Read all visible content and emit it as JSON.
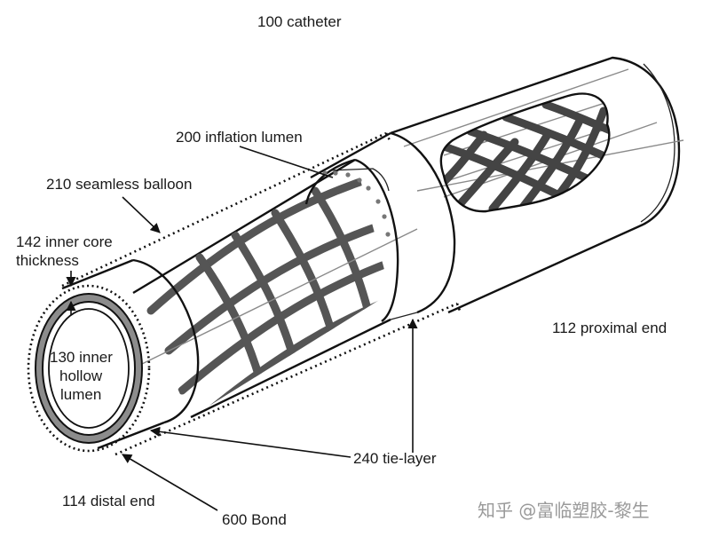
{
  "labels": {
    "catheter": "100 catheter",
    "inflation_lumen": "200 inflation lumen",
    "seamless_balloon": "210 seamless balloon",
    "inner_core_line1": "142 inner core",
    "inner_core_line2": "thickness",
    "inner_lumen_line1": "130 inner",
    "inner_lumen_line2": "hollow",
    "inner_lumen_line3": "lumen",
    "proximal_end": "112 proximal end",
    "tie_layer": "240 tie-layer",
    "distal_end": "114 distal end",
    "bond": "600 Bond"
  },
  "watermark": "知乎 @富临塑胶-黎生",
  "colors": {
    "outline": "#111111",
    "band": "#555555",
    "ring": "#8c8c8c",
    "watermark": "#9a9a9a"
  }
}
